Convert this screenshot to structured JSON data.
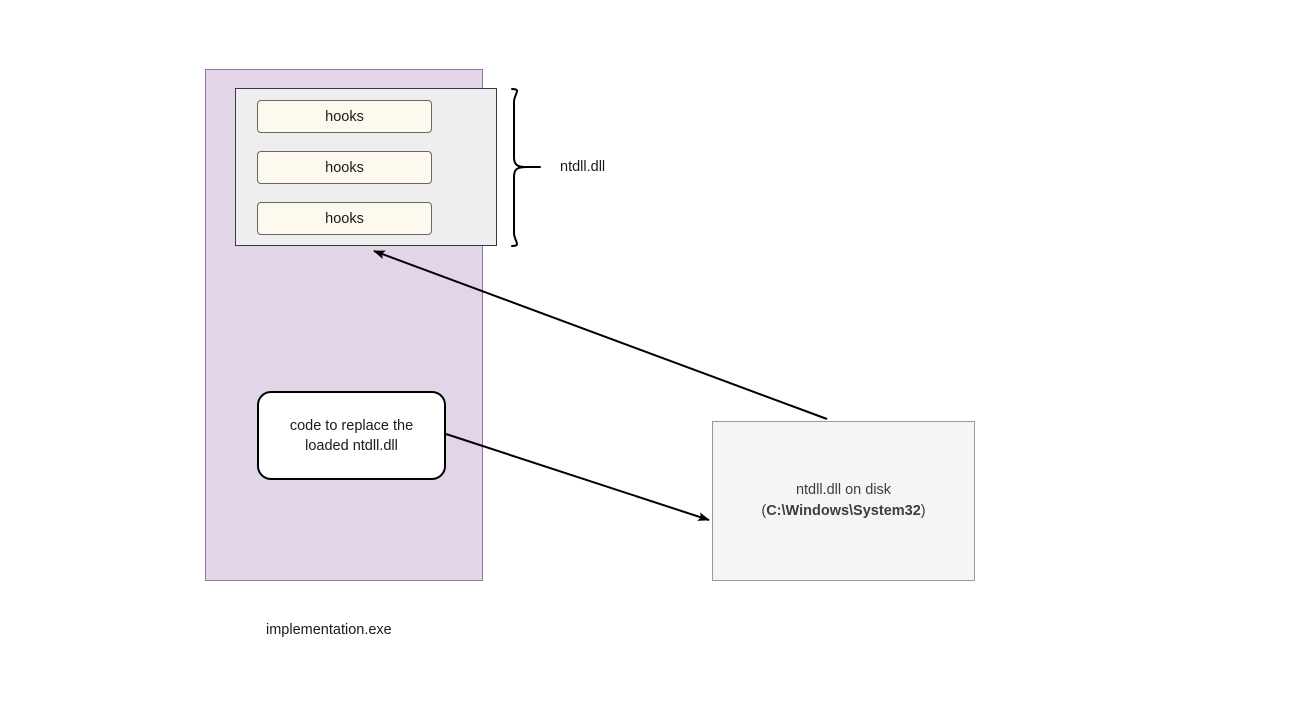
{
  "diagram": {
    "title_label": "implementation.exe",
    "process_container": {
      "name": "implementation.exe",
      "fill": "#e1d5e7",
      "stroke": "#9673a6"
    },
    "module_container": {
      "fill": "#eeeeee",
      "stroke": "#36393d",
      "brace_label": "ntdll.dll",
      "hooks": [
        {
          "label": "hooks"
        },
        {
          "label": "hooks"
        },
        {
          "label": "hooks"
        }
      ]
    },
    "code_box": {
      "line1": "code to replace the",
      "line2": "loaded ntdll.dll",
      "fill": "#ffffff",
      "stroke": "#000000"
    },
    "disk_box": {
      "line1": "ntdll.dll on disk",
      "paren_open": "(",
      "path": "C:\\Windows\\System32",
      "paren_close": ")",
      "fill": "#f5f5f5",
      "stroke": "#999999"
    },
    "arrows": [
      {
        "name": "disk-to-module",
        "from": "ntdll.dll on disk",
        "to": "loaded ntdll.dll module",
        "color": "#000000"
      },
      {
        "name": "code-to-disk",
        "from": "code to replace the loaded ntdll.dll",
        "to": "ntdll.dll on disk",
        "color": "#000000"
      }
    ]
  }
}
